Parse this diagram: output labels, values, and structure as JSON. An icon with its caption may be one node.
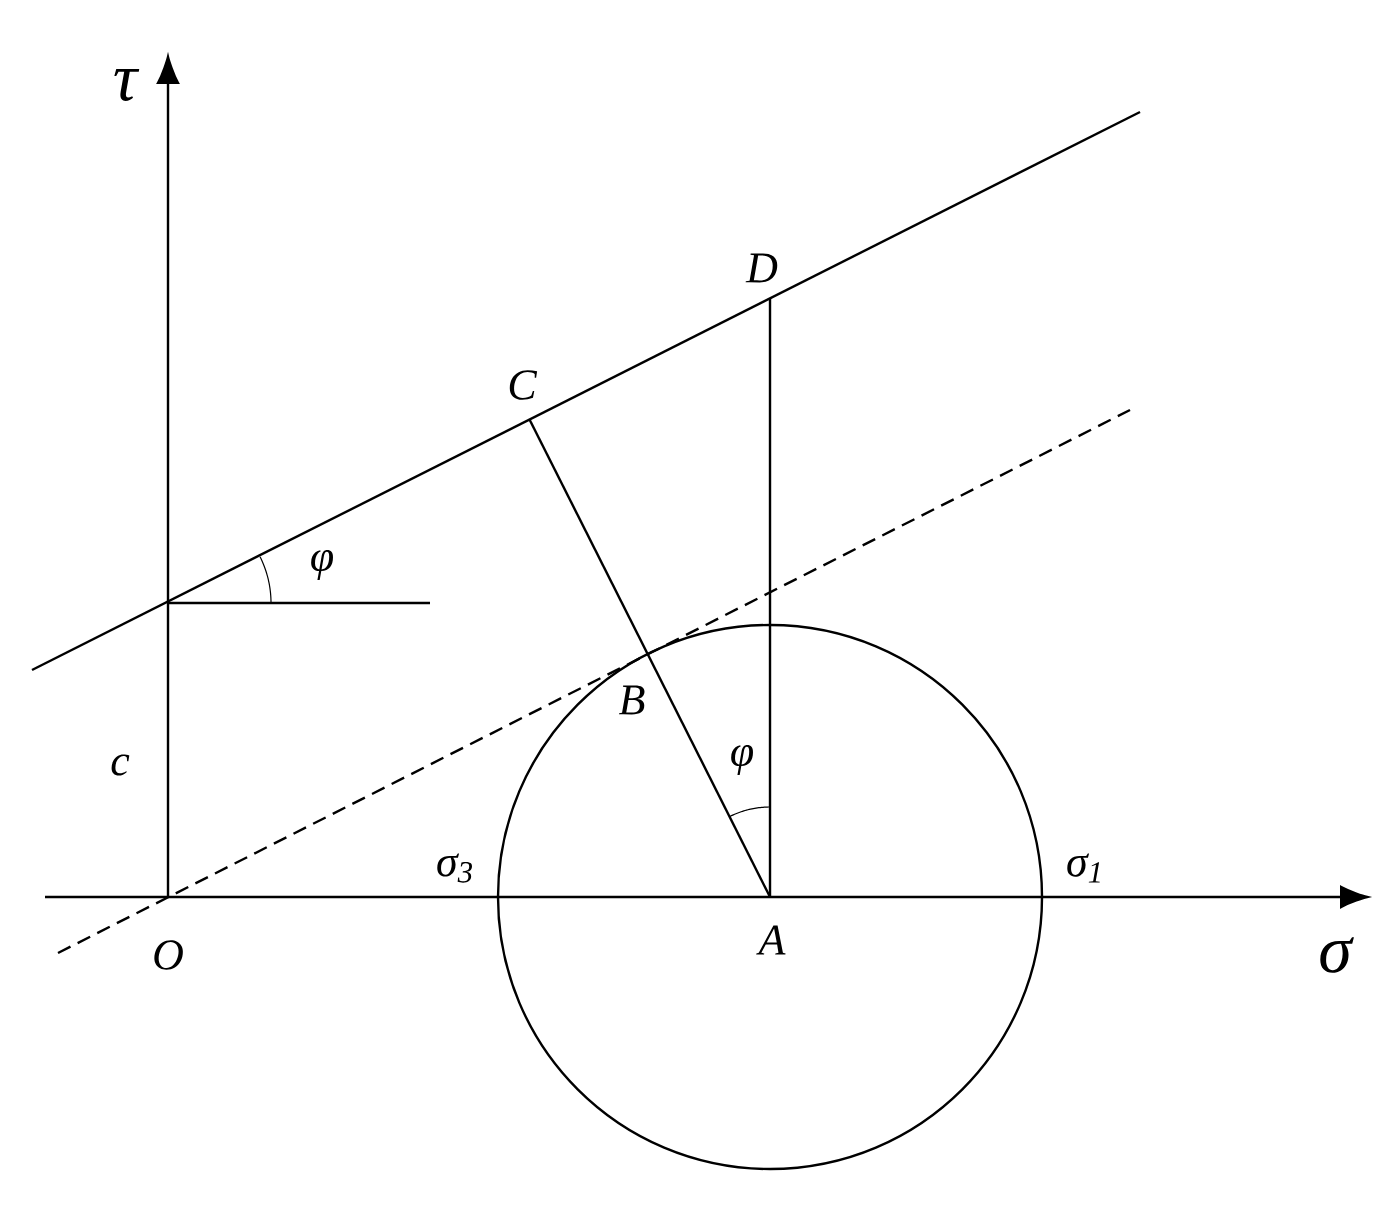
{
  "diagram": {
    "labels": [
      "τ",
      "D",
      "C",
      "φ",
      "B",
      "c",
      "φ",
      "σ$_{3}$",
      "σ$_{1}$",
      "O",
      "A",
      "σ"
    ]
  }
}
